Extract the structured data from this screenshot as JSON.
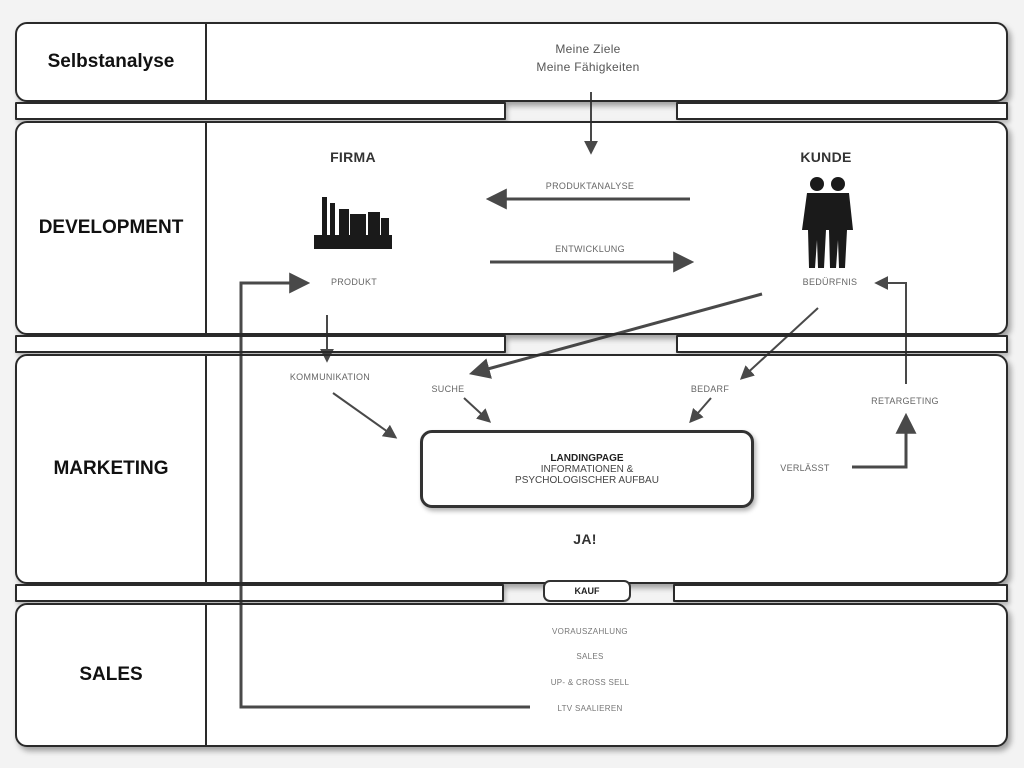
{
  "bands": [
    {
      "key": "selbstanalyse",
      "label": "Selbstanalyse"
    },
    {
      "key": "development",
      "label": "DEVELOPMENT"
    },
    {
      "key": "marketing",
      "label": "MARKETING"
    },
    {
      "key": "sales",
      "label": "SALES"
    }
  ],
  "selbstanalyse": {
    "line1": "Meine Ziele",
    "line2": "Meine Fähigkeiten"
  },
  "development": {
    "firma": "FIRMA",
    "kunde": "KUNDE",
    "produkt": "PRODUKT",
    "bedurfnis": "BEDÜRFNIS",
    "arrow_left_label": "PRODUKTANALYSE",
    "arrow_right_label": "ENTWICKLUNG"
  },
  "marketing": {
    "kommunikation": "KOMMUNIKATION",
    "suche": "SUCHE",
    "bedarf": "BEDARF",
    "retargeting": "RETARGETING",
    "verlassen": "VERLÄSST",
    "landing_title": "LANDINGPAGE",
    "landing_line2": "INFORMATIONEN &",
    "landing_line3": "PSYCHOLOGISCHER AUFBAU",
    "ja": "JA!"
  },
  "sales": {
    "kauf": "KAUF",
    "items": [
      "VORAUSZAHLUNG",
      "SALES",
      "UP- & CROSS SELL",
      "LTV SAALIEREN"
    ]
  },
  "colors": {
    "line": "#2a2a2a",
    "band_bg": "#ffffff",
    "page_bg": "#f3f3f3"
  }
}
